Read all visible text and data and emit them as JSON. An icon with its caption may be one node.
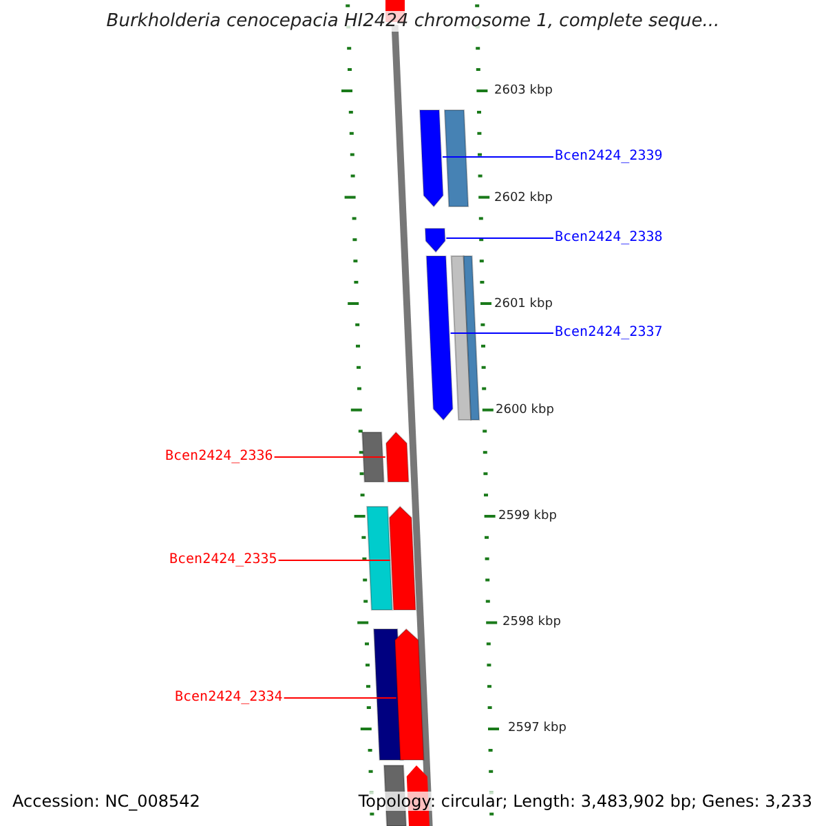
{
  "diagram": {
    "title": "Burkholderia cenocepacia HI2424 chromosome 1, complete seque...",
    "nodes": [
      {
        "text": [
          "Bcen2424_2339"
        ]
      },
      {
        "text": [],
        "shape": "arrow"
      },
      {
        "text": [
          "Bcen2424_2338"
        ]
      },
      {
        "text": [],
        "shape": "arrow"
      },
      {
        "text": [
          "Bcen2424_2337"
        ]
      },
      {
        "text": [],
        "shape": "arrow"
      },
      {
        "text": [
          "Bcen2424_2336"
        ]
      },
      {
        "text": [],
        "shape": "arrow"
      },
      {
        "text": [
          "Bcen2424_2335"
        ]
      },
      {
        "text": [],
        "shape": "arrow"
      },
      {
        "text": [
          "Bcen2424_2334"
        ]
      },
      {
        "text": [],
        "shape": "arrow"
      }
    ],
    "edges": [
      {
        "from": 0,
        "to": 1,
        "arrow": "none",
        "color": "#0000ff"
      },
      {
        "from": 2,
        "to": 3,
        "arrow": "none",
        "color": "#0000ff"
      },
      {
        "from": 4,
        "to": 5,
        "arrow": "none",
        "color": "#0000ff"
      },
      {
        "from": 6,
        "to": 7,
        "arrow": "none",
        "color": "#ff0000"
      },
      {
        "from": 8,
        "to": 9,
        "arrow": "none",
        "color": "#ff0000"
      },
      {
        "from": 10,
        "to": 11,
        "arrow": "none",
        "color": "#ff0000"
      }
    ],
    "labels": [
      "2603 kbp",
      "2602 kbp",
      "2601 kbp",
      "2600 kbp",
      "2599 kbp",
      "2598 kbp",
      "2597 kbp",
      "Accession: NC_008542",
      "Topology: circular; Length: 3,483,902 bp; Genes: 3,233"
    ]
  }
}
